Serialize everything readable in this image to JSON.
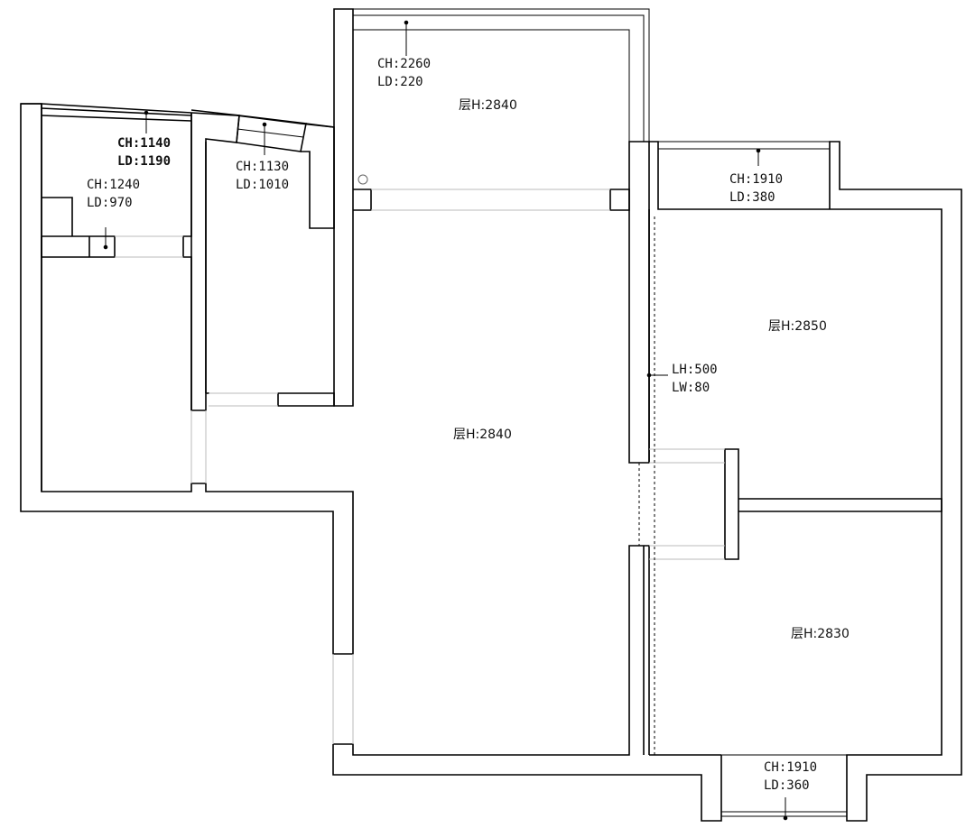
{
  "rooms": [
    {
      "height_label": "层H:2840"
    },
    {
      "height_label": "层H:2840"
    },
    {
      "height_label": "层H:2850"
    },
    {
      "height_label": "层H:2830"
    }
  ],
  "windows": [
    {
      "ch": "CH:2260",
      "ld": "LD:220"
    },
    {
      "ch": "CH:1140",
      "ld": "LD:1190"
    },
    {
      "ch": "CH:1130",
      "ld": "LD:1010"
    },
    {
      "ch": "CH:1240",
      "ld": "LD:970"
    },
    {
      "ch": "CH:1910",
      "ld": "LD:380"
    },
    {
      "ch": "CH:1910",
      "ld": "LD:360"
    }
  ],
  "opening": {
    "lh": "LH:500",
    "lw": "LW:80"
  }
}
